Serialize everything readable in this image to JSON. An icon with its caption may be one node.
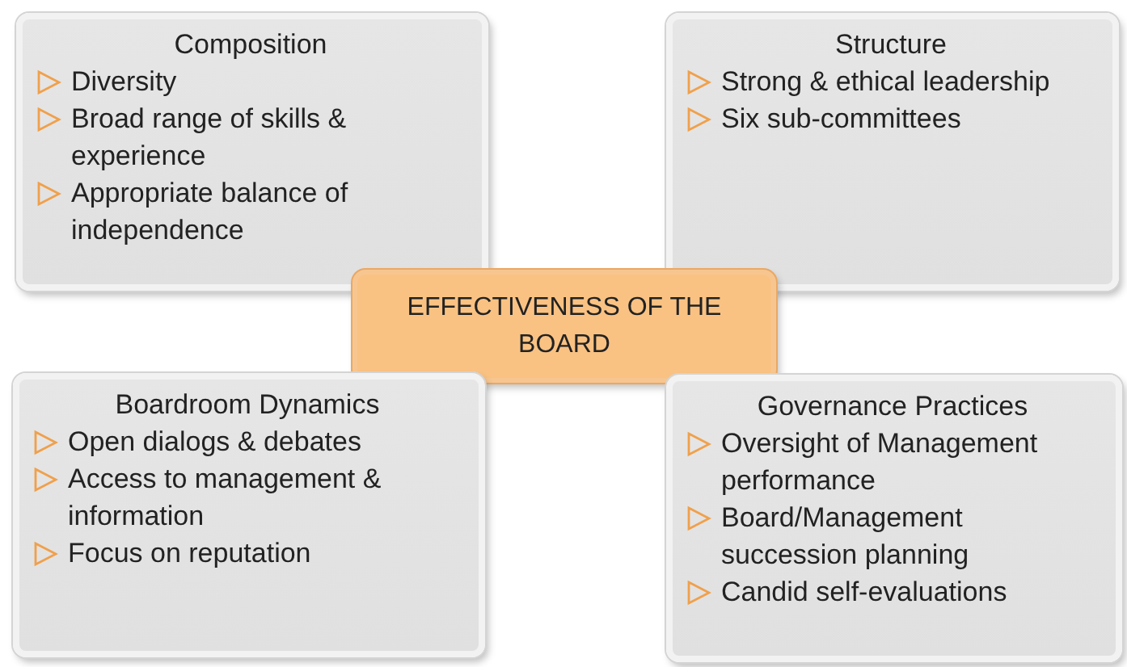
{
  "diagram": {
    "nodes": [
      {
        "text": [
          "Composition",
          "Diversity",
          "Broad range of skills & experience",
          "Appropriate balance of independence"
        ]
      },
      {
        "text": [
          "Structure",
          "Strong & ethical leadership",
          "Six sub-committees"
        ]
      },
      {
        "text": [
          "EFFECTIVENESS OF THE BOARD"
        ]
      },
      {
        "text": [
          "Boardroom Dynamics",
          "Open dialogs & debates",
          "Access to management & information",
          "Focus on reputation"
        ]
      },
      {
        "text": [
          "Governance Practices",
          "Oversight of Management performance",
          "Board/Management succession planning",
          "Candid self-evaluations"
        ]
      }
    ],
    "edges": []
  }
}
